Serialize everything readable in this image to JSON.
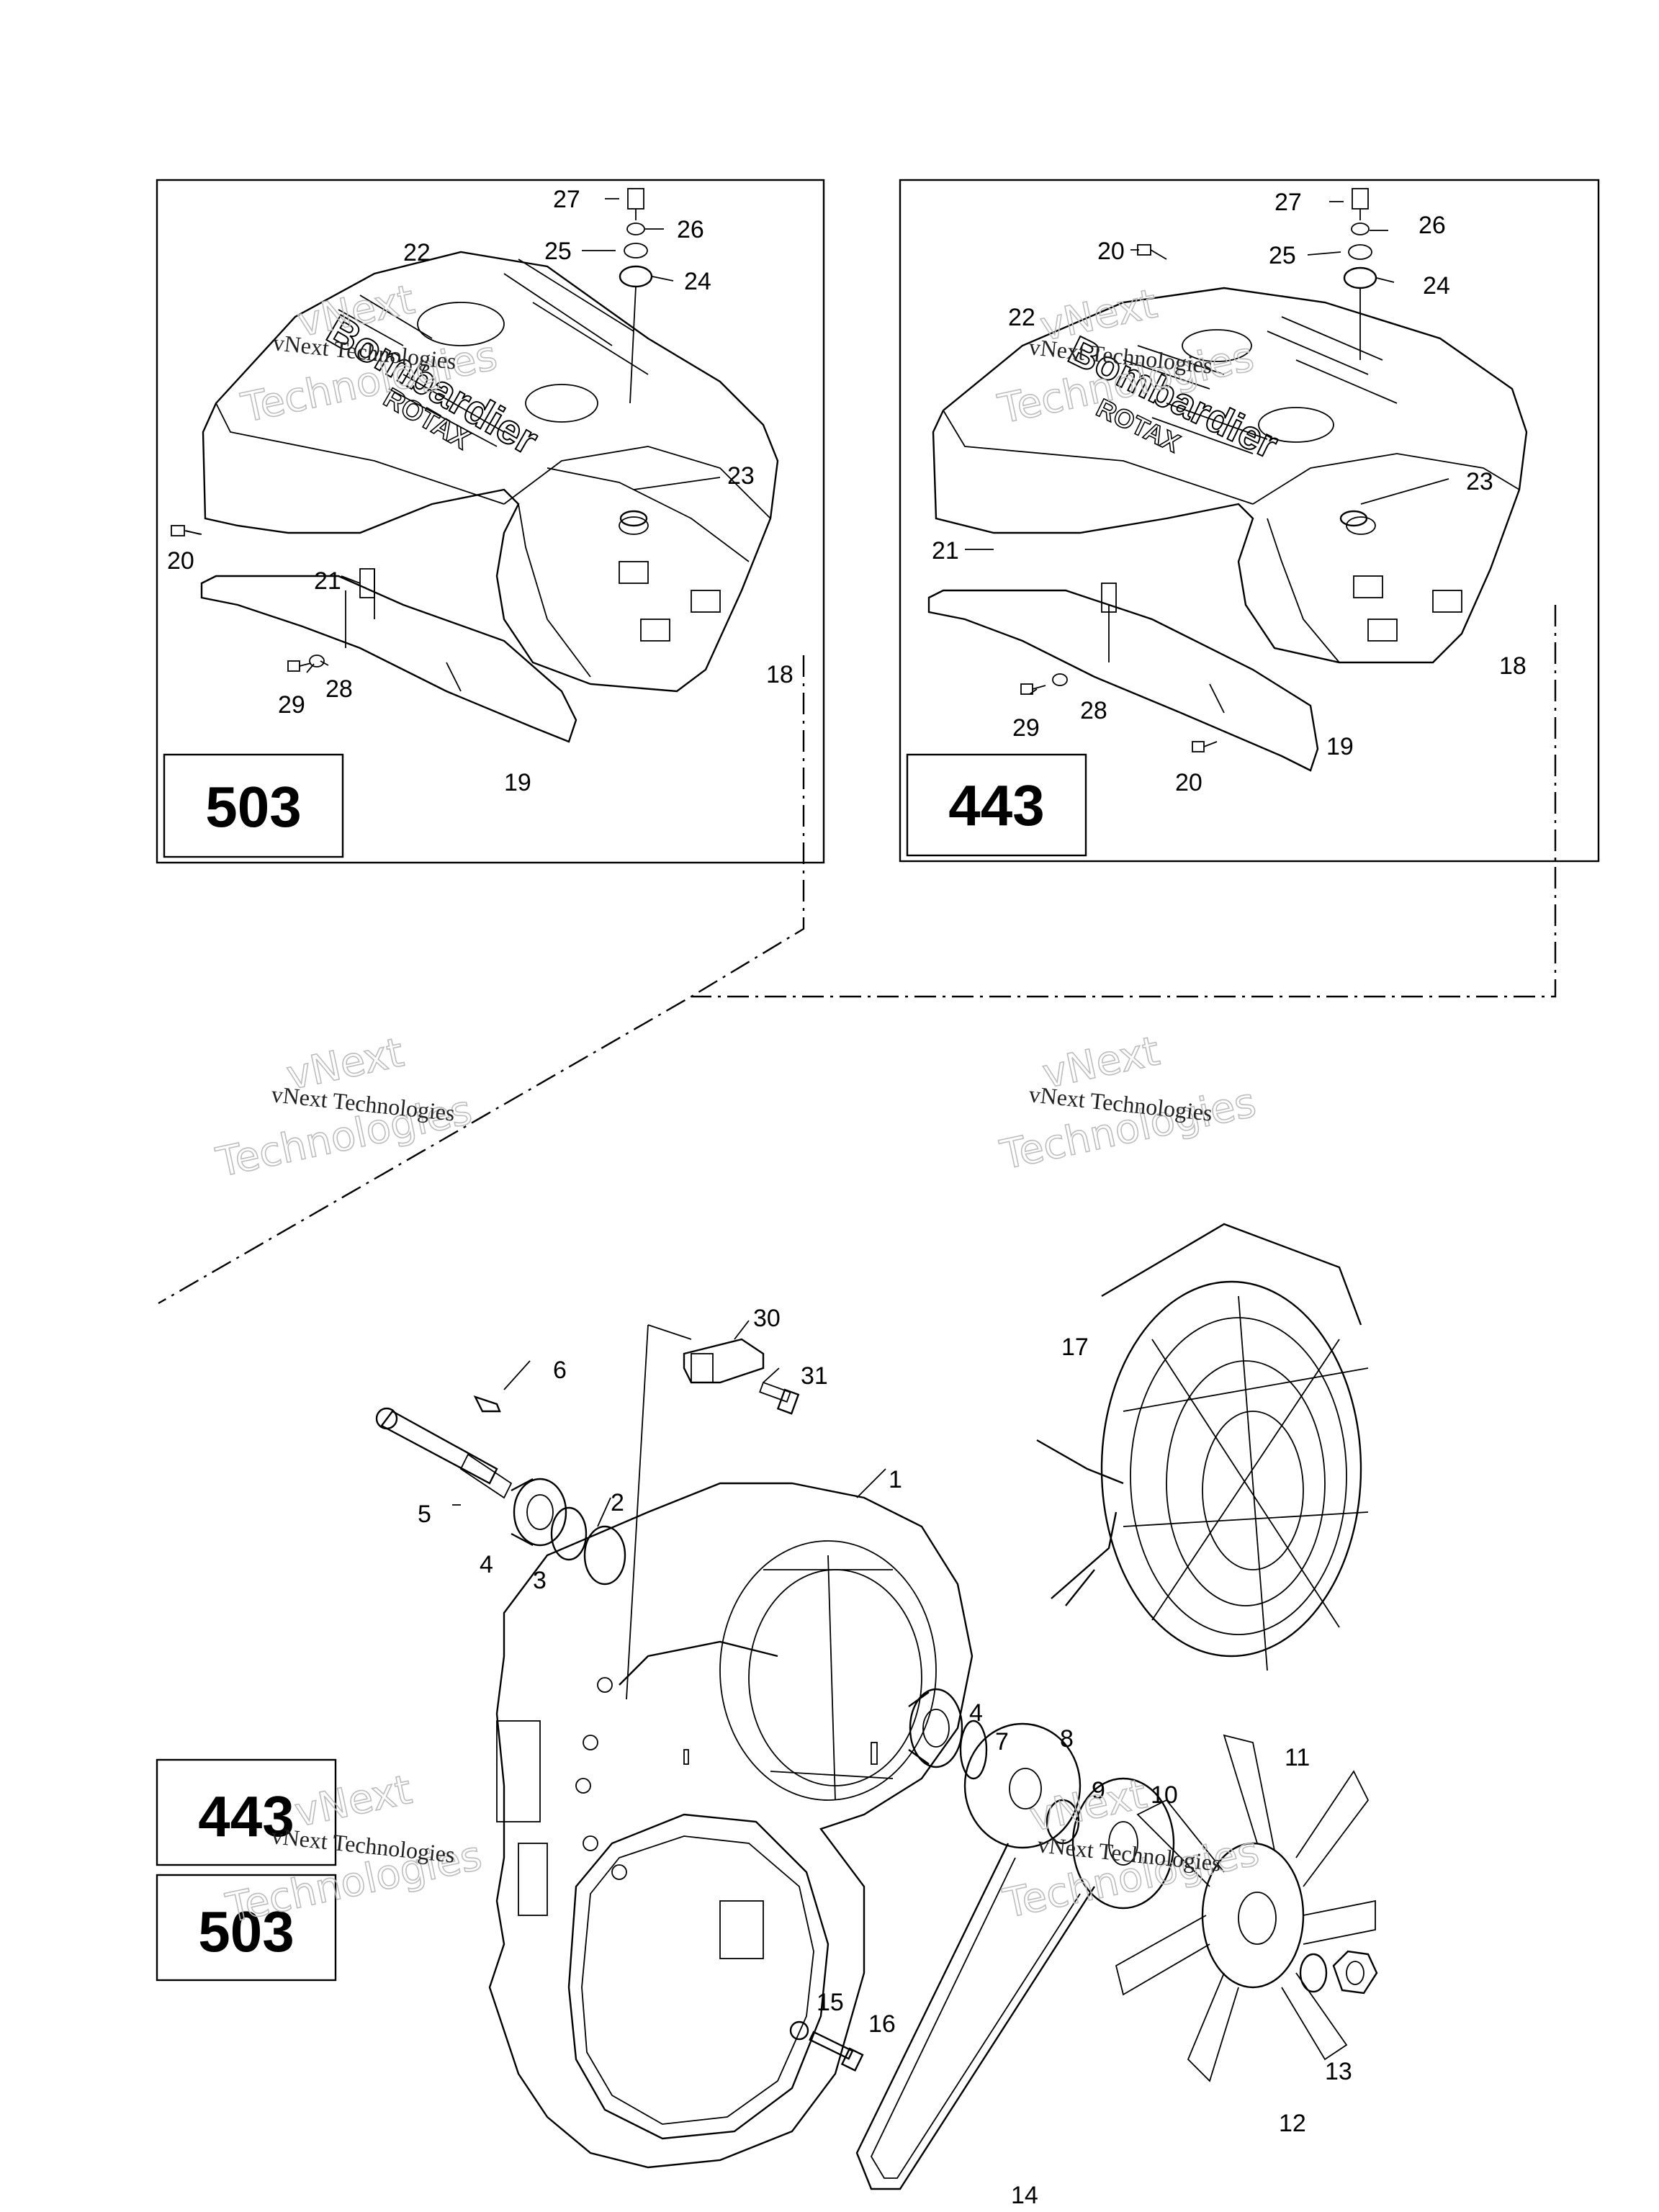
{
  "panels": {
    "top_left": {
      "model": "503"
    },
    "top_right": {
      "model": "443"
    },
    "bottom_left": {
      "models": [
        "443",
        "503"
      ]
    }
  },
  "cover_brand": {
    "brand": "Bombardier",
    "sub_brand": "ROTAX"
  },
  "watermark": {
    "line1": "vNext",
    "line2": "Technologies",
    "small": "vNext Technologies"
  },
  "callouts": {
    "tl": {
      "c27": "27",
      "c26": "26",
      "c25": "25",
      "c24": "24",
      "c22": "22",
      "c23": "23",
      "c20": "20",
      "c21": "21",
      "c29": "29",
      "c28": "28",
      "c18": "18",
      "c19": "19"
    },
    "tr": {
      "c27": "27",
      "c26": "26",
      "c25": "25",
      "c24": "24",
      "c20a": "20",
      "c22": "22",
      "c23": "23",
      "c21": "21",
      "c18": "18",
      "c29": "29",
      "c28": "28",
      "c19": "19",
      "c20b": "20"
    },
    "main": {
      "c30": "30",
      "c31": "31",
      "c6": "6",
      "c17": "17",
      "c1": "1",
      "c2": "2",
      "c5": "5",
      "c4a": "4",
      "c3": "3",
      "c4b": "4",
      "c7": "7",
      "c8": "8",
      "c9": "9",
      "c10": "10",
      "c11": "11",
      "c15": "15",
      "c16": "16",
      "c13": "13",
      "c12": "12",
      "c14": "14"
    }
  }
}
